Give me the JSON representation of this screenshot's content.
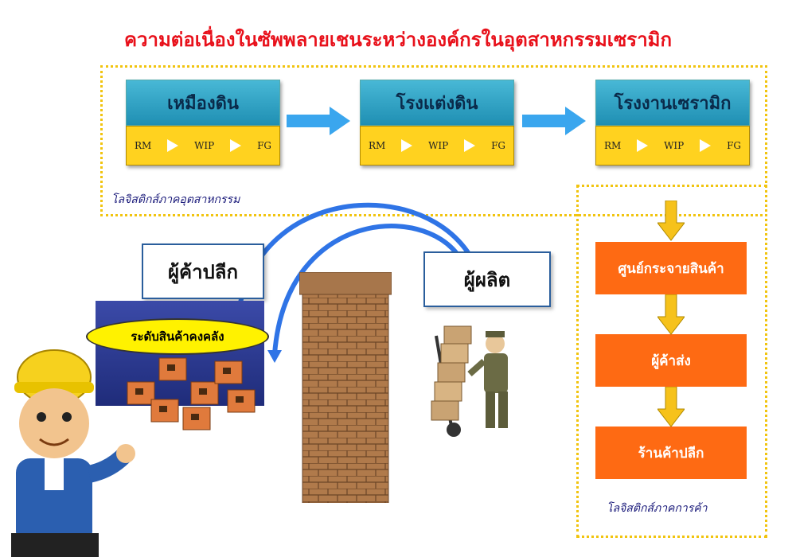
{
  "title": "ความต่อเนื่องในซัพพลายเชนระหว่างองค์กรในอุตสาหกรรมเซรามิก",
  "stages": [
    {
      "name": "เหมืองดิน",
      "flow": [
        "RM",
        "WIP",
        "FG"
      ]
    },
    {
      "name": "โรงแต่งดิน",
      "flow": [
        "RM",
        "WIP",
        "FG"
      ]
    },
    {
      "name": "โรงงานเซรามิก",
      "flow": [
        "RM",
        "WIP",
        "FG"
      ]
    }
  ],
  "industry_logistics_label": "โลจิสติกส์ภาคอุตสาหกรรม",
  "trade_logistics_label": "โลจิสติกส์ภาคการค้า",
  "retailer_label": "ผู้ค้าปลีก",
  "producer_label": "ผู้ผลิต",
  "inventory_label": "ระดับสินค้าคงคลัง",
  "distribution_chain": [
    "ศูนย์กระจายสินค้า",
    "ผู้ค้าส่ง",
    "ร้านค้าปลีก"
  ],
  "colors": {
    "title": "#e8111b",
    "stage_head": "#2aa3c8",
    "stage_flow": "#ffd21f",
    "arrow_blue": "#3aa6ee",
    "curve_blue": "#2f74e6",
    "orange": "#fe6a13",
    "dotted_border": "#f1c40f",
    "brick": "#b07a4b"
  }
}
